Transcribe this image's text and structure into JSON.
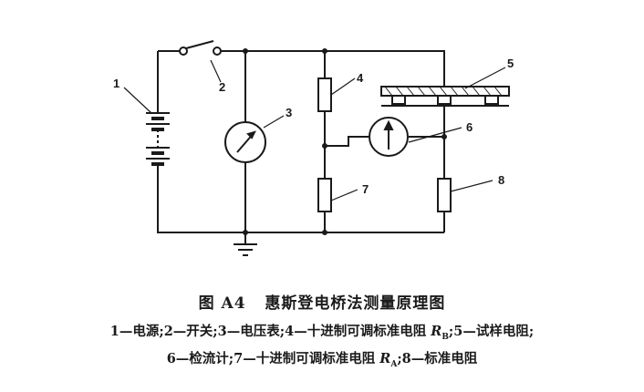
{
  "figure": {
    "caption_label": "图 A4",
    "caption_title": "惠斯登电桥法测量原理图"
  },
  "diagram_labels": [
    "1",
    "2",
    "3",
    "4",
    "5",
    "6",
    "7",
    "8"
  ],
  "legend": {
    "line1_part1": "1—电源;2—开关;3—电压表;4—十进制可调标准电阻 ",
    "rb_symbol": "R",
    "rb_sub": "B",
    "line1_part2": ";5—试样电阻;",
    "line2_part1": "6—检流计;7—十进制可调标准电阻 ",
    "ra_symbol": "R",
    "ra_sub": "A",
    "line2_part2": ";8—标准电阻"
  }
}
